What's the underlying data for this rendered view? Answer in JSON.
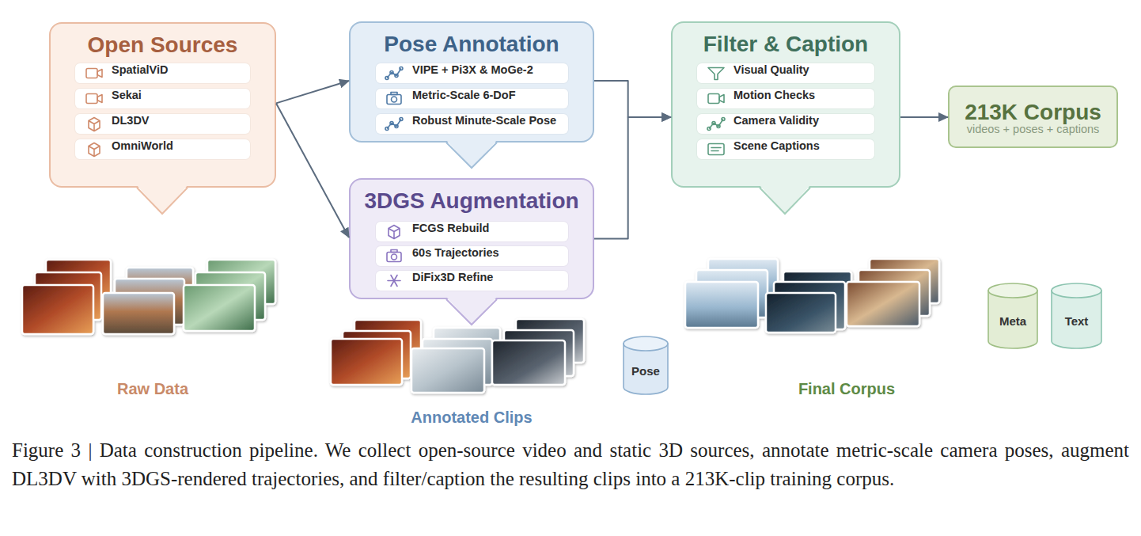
{
  "diagram": {
    "caption": "Figure 3 | Data construction pipeline. We collect open-source video and static 3D sources, annotate metric-scale camera poses, augment DL3DV with 3DGS-rendered trajectories, and filter/caption the resulting clips into a 213K-clip training corpus.",
    "nodes": [
      {
        "text": [
          "Open Sources"
        ]
      },
      {
        "text": [
          "SpatialViD"
        ],
        "in": 0
      },
      {
        "text": [
          "Sekai"
        ],
        "in": 0
      },
      {
        "text": [
          "DL3DV"
        ],
        "in": 0
      },
      {
        "text": [
          "OmniWorld"
        ],
        "in": 0
      },
      {
        "text": [
          "Pose Annotation"
        ]
      },
      {
        "text": [
          "VIPE + Pi3X & MoGe-2"
        ],
        "in": 5
      },
      {
        "text": [
          "Metric-Scale 6-DoF"
        ],
        "in": 5
      },
      {
        "text": [
          "Robust Minute-Scale Pose"
        ],
        "in": 5
      },
      {
        "text": [
          "3DGS Augmentation"
        ]
      },
      {
        "text": [
          "FCGS Rebuild"
        ],
        "in": 9
      },
      {
        "text": [
          "60s Trajectories"
        ],
        "in": 9
      },
      {
        "text": [
          "DiFix3D Refine"
        ],
        "in": 9
      },
      {
        "text": [
          "Filter & Caption"
        ]
      },
      {
        "text": [
          "Visual Quality"
        ],
        "in": 13
      },
      {
        "text": [
          "Motion Checks"
        ],
        "in": 13
      },
      {
        "text": [
          "Camera Validity"
        ],
        "in": 13
      },
      {
        "text": [
          "Scene Captions"
        ],
        "in": 13
      },
      {
        "text": [
          "213K Corpus",
          "videos + poses + captions"
        ]
      },
      {
        "text": [
          "Pose"
        ]
      },
      {
        "text": [
          "Meta"
        ]
      },
      {
        "text": [
          "Text"
        ]
      }
    ],
    "edges": [
      {
        "from": 0,
        "to": 5,
        "arrow": "to"
      },
      {
        "from": 0,
        "to": 9,
        "arrow": "to"
      },
      {
        "from": 5,
        "to": 13,
        "arrow": "to"
      },
      {
        "from": 9,
        "to": 13,
        "arrow": "to"
      },
      {
        "from": 13,
        "to": 18,
        "arrow": "to"
      }
    ],
    "labels": [
      "Raw Data",
      "Annotated Clips",
      "Final Corpus"
    ]
  }
}
